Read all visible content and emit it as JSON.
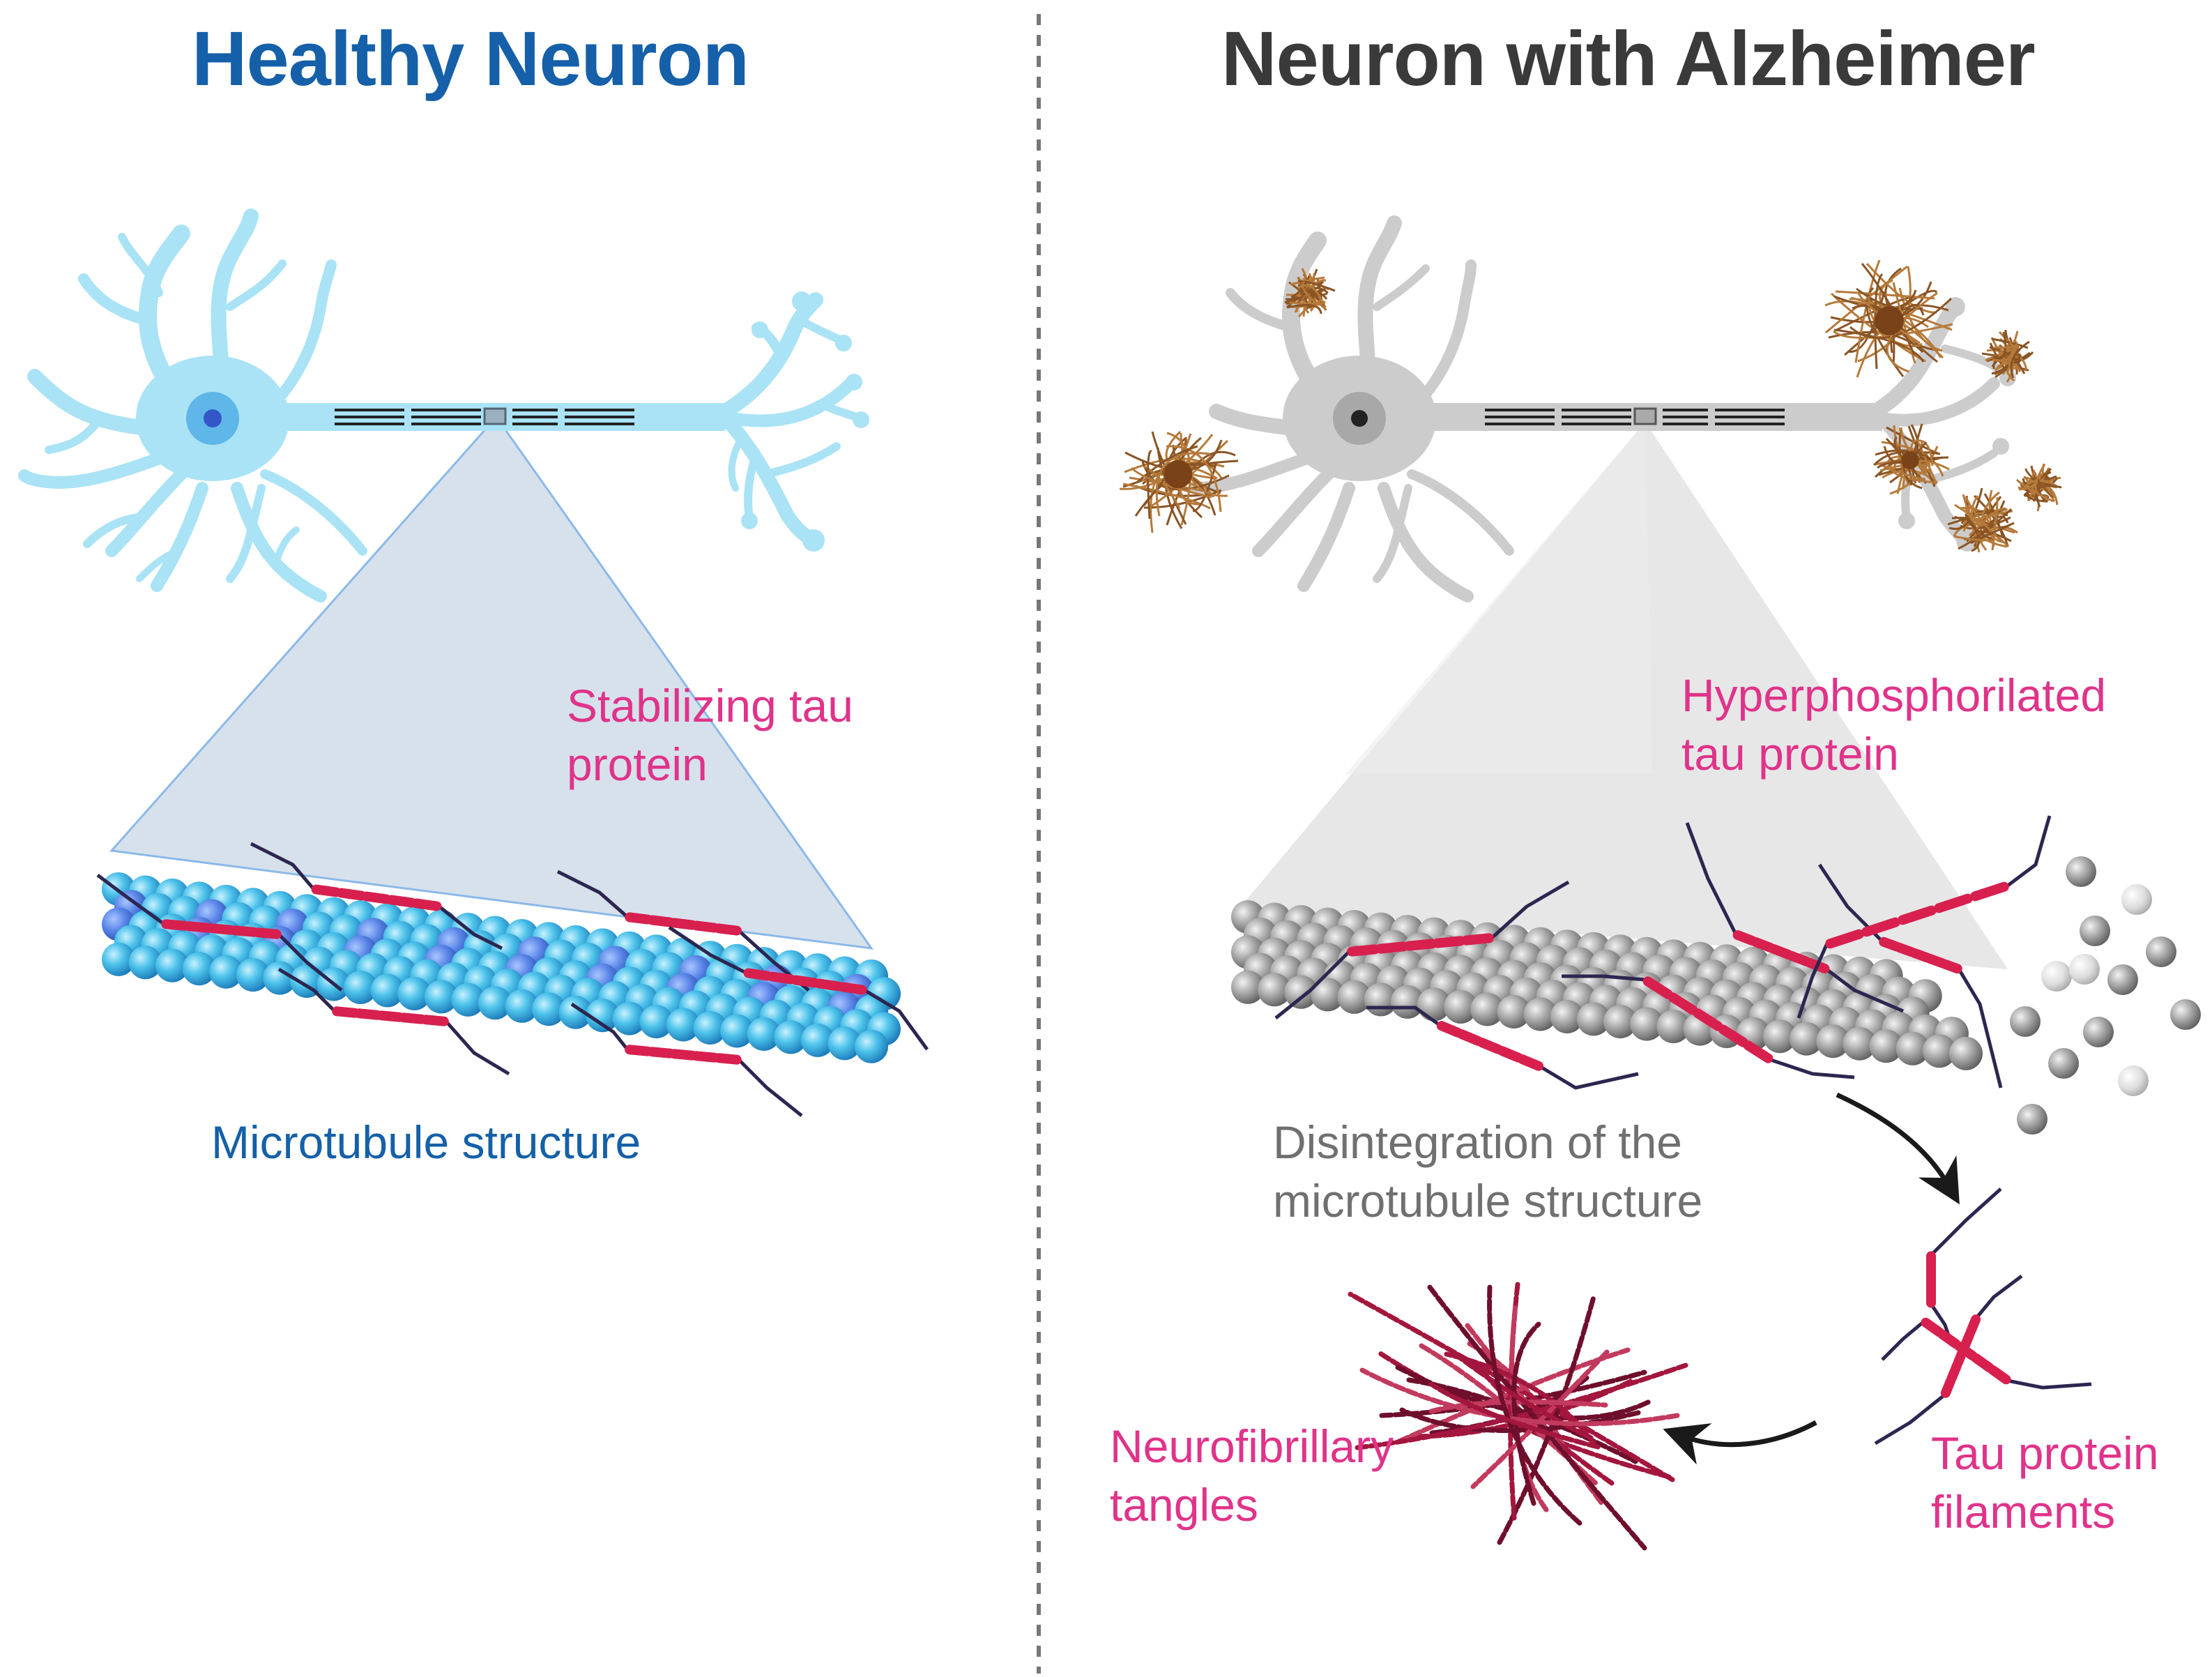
{
  "healthy": {
    "title": "Healthy Neuron",
    "label_tau": {
      "line1": "Stabilizing tau",
      "line2": "protein"
    },
    "label_microtubule": "Microtubule structure"
  },
  "alzheimer": {
    "title": "Neuron with Alzheimer",
    "label_tau": {
      "line1": "Hyperphosphorilated",
      "line2": "tau protein"
    },
    "label_disintegration": {
      "line1": "Disintegration of the",
      "line2": "microtubule structure"
    },
    "label_filaments": {
      "line1": "Tau protein",
      "line2": "filaments"
    },
    "label_tangles": {
      "line1": "Neurofibrillary",
      "line2": "tangles"
    }
  },
  "colors": {
    "healthy_title": "#1560a8",
    "alzheimer_title": "#3a3a3a",
    "pink_label": "#e0338a",
    "blue_label": "#1560a8",
    "gray_label": "#707070",
    "neuron_healthy": "#a9e3f5",
    "neuron_alzheimer": "#cccccc",
    "tubulin_blue": "#3fb6e2",
    "tubulin_gray": "#999999",
    "tau_segment": "#d8204e",
    "tau_strand": "#2c2650",
    "plaque": "#b57a3a",
    "tangle": "#a3163d"
  }
}
